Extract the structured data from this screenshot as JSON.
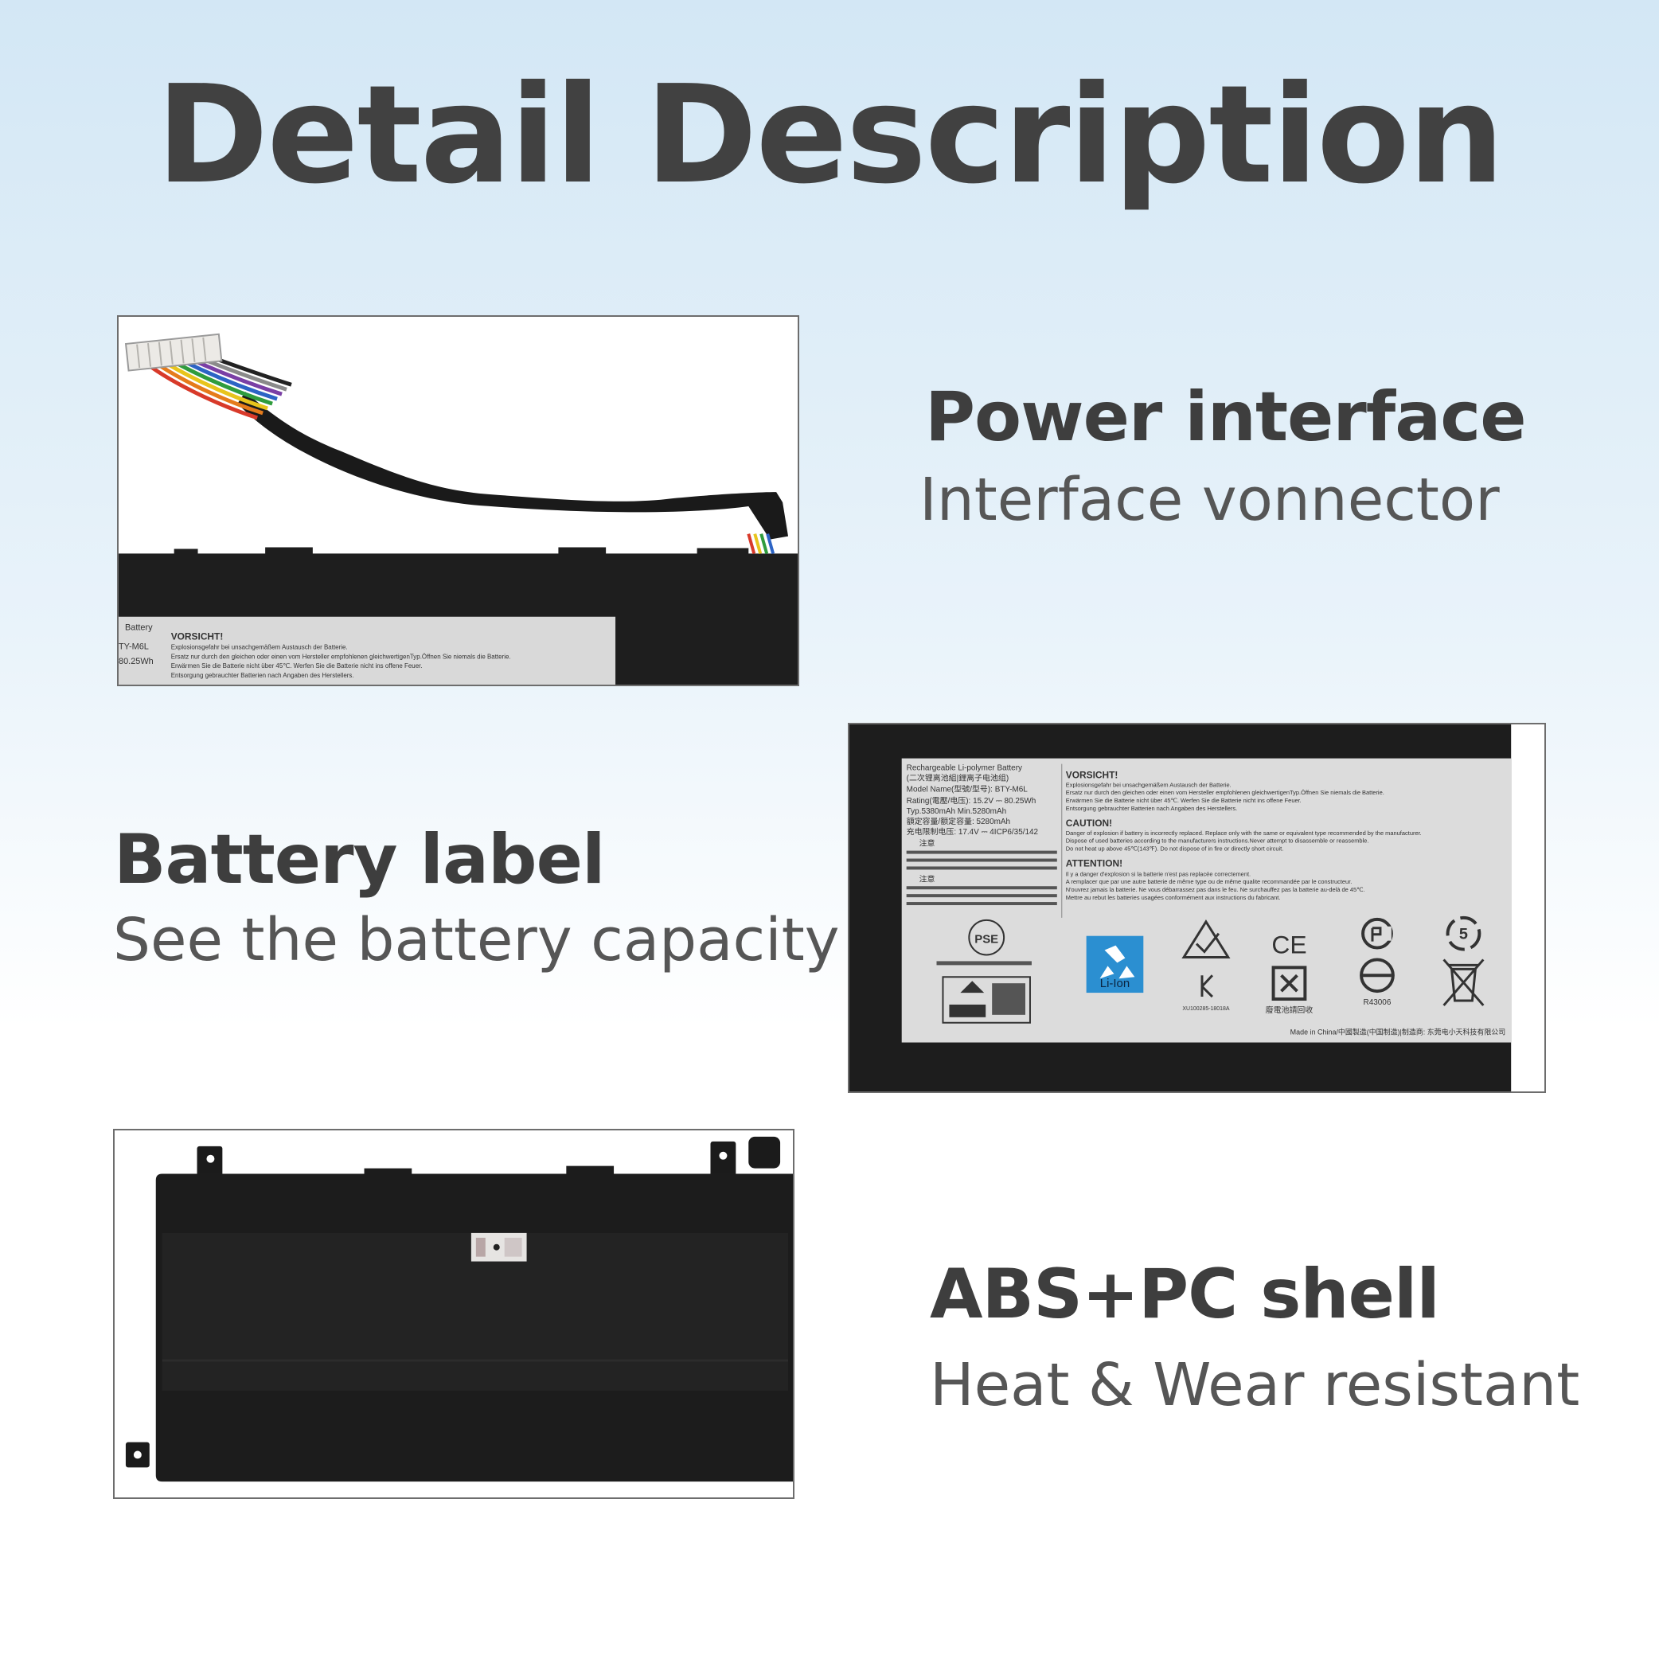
{
  "title": "Detail Description",
  "features": [
    {
      "heading": "Power interface",
      "subtitle": "Interface vonnector"
    },
    {
      "heading": "Battery label",
      "subtitle": "See the battery capacity"
    },
    {
      "heading": "ABS+PC shell",
      "subtitle": "Heat & Wear resistant"
    }
  ],
  "label_text": {
    "top_left_lines": [
      "Rechargeable Li-polymer Battery",
      "(二次锂离池組|鋰离子电池组)",
      "Model Name(型號/型号): BTY-M6L",
      "Rating(電壓/电压): 15.2V ⎓ 80.25Wh",
      "Typ.5380mAh Min.5280mAh",
      "額定容量/额定容量: 5280mAh",
      "充电限制电压: 17.4V ⎓ 4ICP6/35/142"
    ],
    "vorsicht": "VORSICHT!",
    "vorsicht_lines": [
      "Explosionsgefahr bei unsachgemäßem Austausch der Batterie.",
      "Ersatz nur durch den gleichen oder einen vom Hersteller empfohlenen gleichwertigenTyp.Öffnen Sie niemals die Batterie.",
      "Erwärmen Sie die Batterie nicht über 45℃. Werfen Sie die Batterie nicht ins offene Feuer.",
      "Entsorgung gebrauchter Batterien nach Angaben des Herstellers."
    ],
    "caution": "CAUTION!",
    "caution_lines": [
      "Danger of explosion if battery is incorrectly replaced. Replace only with the same or equivalent type recommended by the manufacturer.",
      "Dispose of used batteries according to the manufacturers instructions.Never attempt to disassemble or reassemble.",
      "Do not heat up above 45℃(143℉). Do not dispose of in fire or directly short circuit."
    ],
    "attention": "ATTENTION!",
    "attention_lines": [
      "Il y a danger d'explosion si la batterie n'est pas replacée correctement.",
      "A remplacer que par une autre batterie de même type ou de même qualite recommandée par le constructeur.",
      "N'ouvrez jamais la batterie. Ne vous débarrassez pas dans le feu. Ne surchauffez pas la batterie au-delà de 45℃.",
      "Mettre au rebut les batteries usagées conformément aux instructions du fabricant."
    ],
    "warning_1": "注意",
    "warning_2": "注意",
    "pse": "PSE",
    "liion": "Li-Ion",
    "ce": "CE",
    "kc_code": "XU100285-18018A",
    "recycle_cn": "廢電池請回收",
    "r_code": "R43006",
    "rohs_num": "5",
    "made_in": "Made in China/中國製造(中国制造)|制造商: 东莞电小天科技有限公司",
    "crop_left_lines": [
      "Battery",
      "TY-M6L",
      "80.25Wh"
    ]
  },
  "colors": {
    "title": "#414141",
    "heading": "#3e3e3e",
    "subtitle": "#565656",
    "liion_bg": "#2b8fd1"
  }
}
